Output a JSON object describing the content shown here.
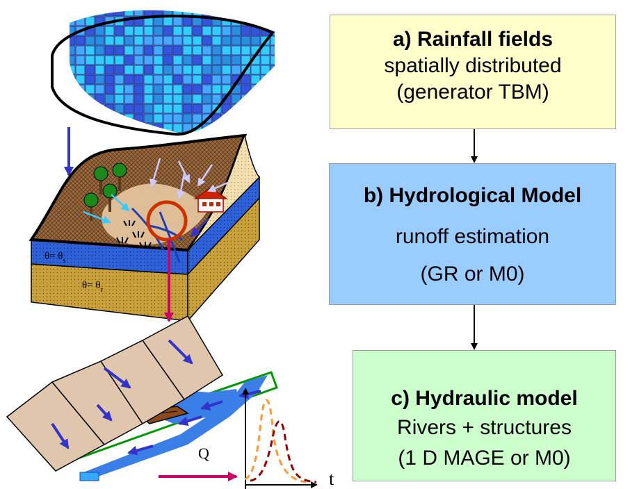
{
  "boxes": {
    "a": {
      "title": "a) Rainfall fields",
      "lines": [
        "spatially distributed",
        "(generator TBM)"
      ]
    },
    "b": {
      "title": "b) Hydrological Model",
      "lines": [
        "runoff estimation",
        "(GR or M0)"
      ]
    },
    "c": {
      "title": "c) Hydraulic model",
      "lines": [
        "Rivers + structures",
        "(1 D MAGE or M0)"
      ]
    }
  },
  "illustration": {
    "soil_labels": {
      "saturated": "θ= θ",
      "saturated_sub": "s",
      "residual": "θ= θ",
      "residual_sub": "r"
    },
    "hydrograph": {
      "y_label": "Q",
      "x_label": "t"
    }
  },
  "colors": {
    "box_a": "#ffffcc",
    "box_b": "#99ccff",
    "box_c": "#ccffcc",
    "flow_arrow": "#cc0066",
    "rain_arrow": "#3333cc",
    "hydro_orange": "#ff9933",
    "hydro_red": "#990000"
  }
}
